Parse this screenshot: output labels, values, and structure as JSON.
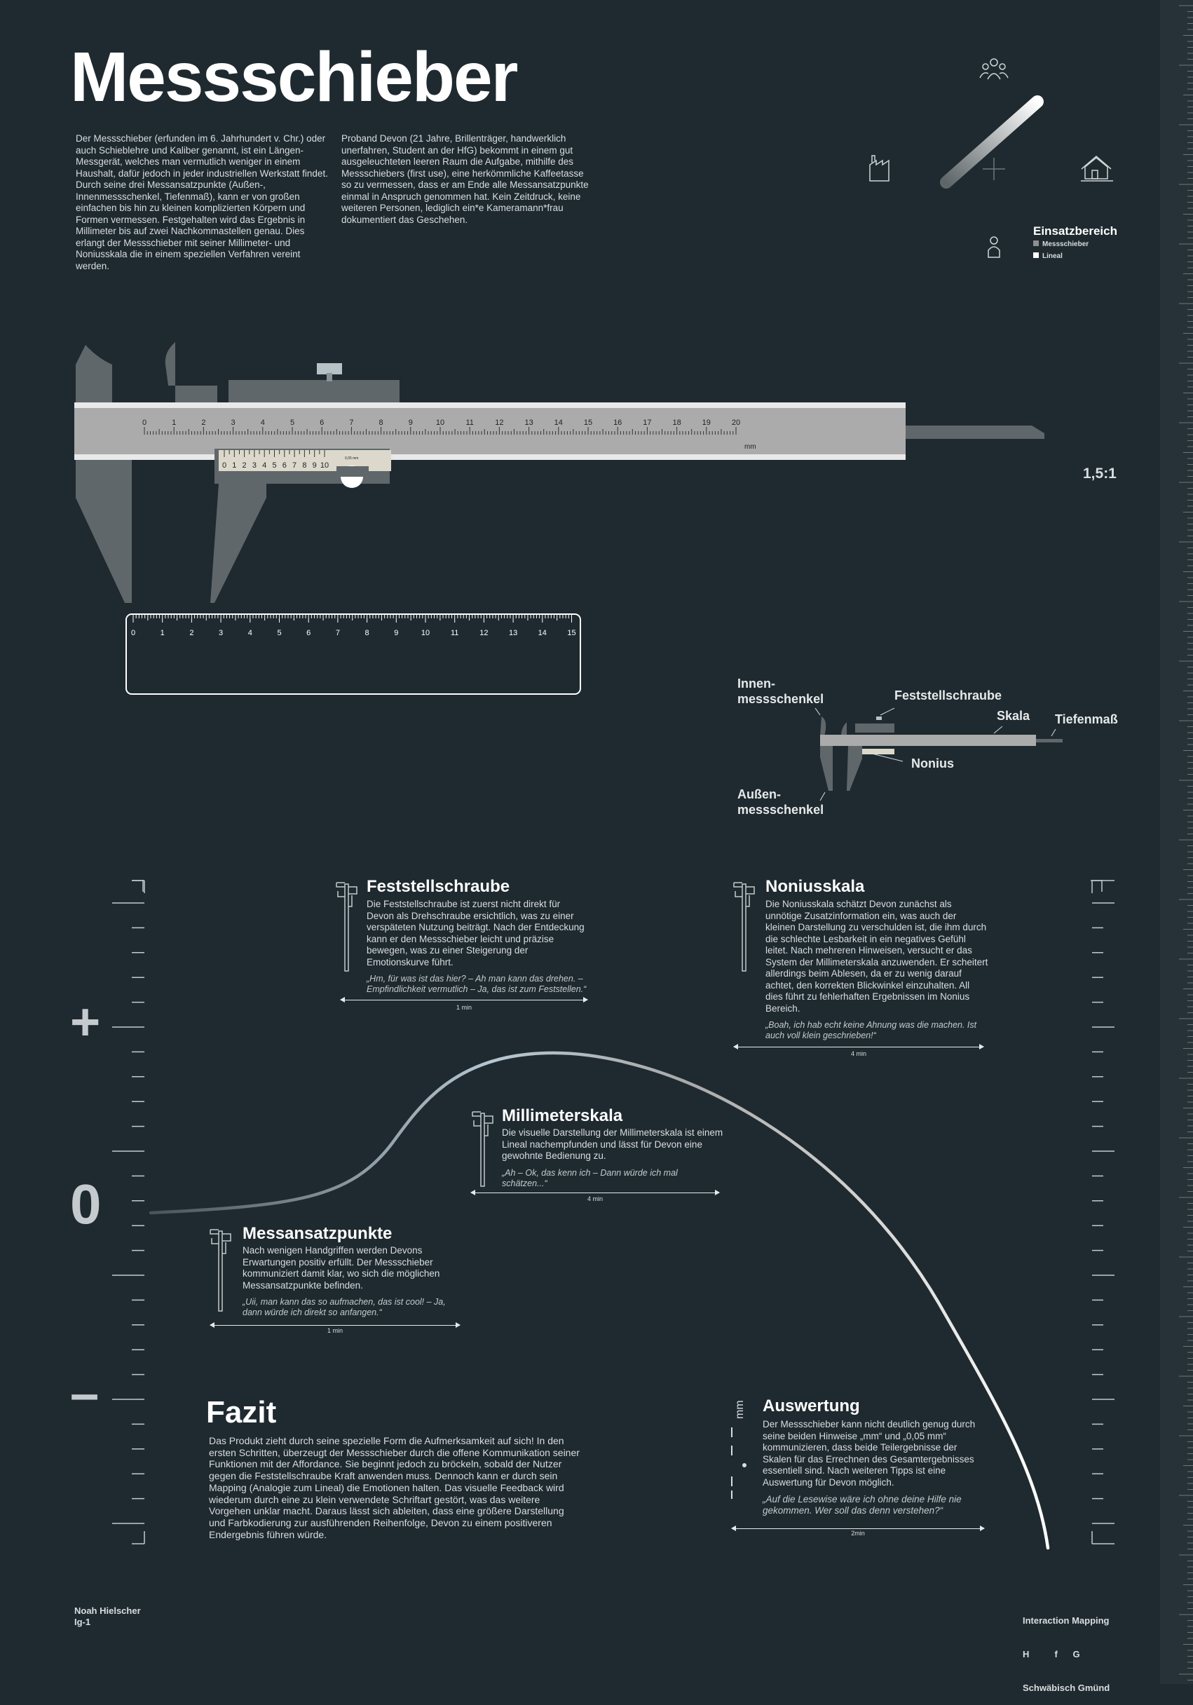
{
  "title": "Messschieber",
  "intro_left": "Der Messschieber (erfunden im 6. Jahrhundert v. Chr.) oder auch Schieblehre und Kaliber genannt, ist ein Längen-Messgerät, welches man vermutlich weniger in einem Haushalt, dafür jedoch in jeder industriellen Werkstatt findet. Durch seine drei Messansatzpunkte (Außen-, Innenmessschenkel, Tiefenmaß), kann er von großen einfachen bis hin zu kleinen komplizierten Körpern und Formen vermessen. Festgehalten wird das Ergebnis in Millimeter bis auf zwei Nachkommastellen genau. Dies erlangt der Messschieber mit seiner Millimeter- und Noniusskala die in einem speziellen Verfahren vereint werden.",
  "intro_right": "Proband Devon (21 Jahre, Brillenträger, handwerklich unerfahren, Student an der HfG) bekommt in einem gut ausgeleuchteten leeren Raum die Aufgabe, mithilfe des Messschiebers (first use), eine herkömmliche Kaffeetasse so zu vermessen, dass er am Ende alle Messansatzpunkte einmal in Anspruch genommen hat. Kein Zeitdruck, keine weiteren Personen, lediglich ein*e Kameramann*frau dokumentiert das Geschehen.",
  "einsatz": {
    "title": "Einsatzbereich",
    "items": [
      "Messschieber",
      "Lineal"
    ],
    "colors": [
      "#8a9194",
      "#ffffff"
    ]
  },
  "scale_text": "1,5:1",
  "caliper": {
    "main_ticks": [
      "0",
      "1",
      "2",
      "3",
      "4",
      "5",
      "6",
      "7",
      "8",
      "9",
      "10",
      "11",
      "12",
      "13",
      "14",
      "15",
      "16",
      "17",
      "18",
      "19",
      "20"
    ],
    "unit": "mm",
    "vernier_ticks": [
      "0",
      "1",
      "2",
      "3",
      "4",
      "5",
      "6",
      "7",
      "8",
      "9",
      "10"
    ],
    "vernier_note": "0,05 mm"
  },
  "ruler_ticks": [
    "0",
    "1",
    "2",
    "3",
    "4",
    "5",
    "6",
    "7",
    "8",
    "9",
    "10",
    "11",
    "12",
    "13",
    "14",
    "15"
  ],
  "parts": {
    "innen": "Innen-\nmessschenkel",
    "feststell": "Feststellschraube",
    "skala": "Skala",
    "tiefen": "Tiefenmaß",
    "nonius": "Nonius",
    "aussen": "Außen-\nmessschenkel"
  },
  "axis": {
    "plus": "+",
    "zero": "0",
    "minus": "–"
  },
  "sections": {
    "feststell": {
      "title": "Feststellschraube",
      "body": "Die Feststellschraube ist zuerst nicht direkt für Devon als Drehschraube ersichtlich, was zu einer verspäteten Nutzung beiträgt. Nach der Entdeckung kann er den Messschieber leicht und präzise bewegen, was zu einer Steigerung der Emotionskurve führt.",
      "quote": "„Hm, für was ist das hier? –  Ah man kann das drehen. – Empfindlichkeit vermutlich – Ja, das ist zum Feststellen.“",
      "duration": "1 min"
    },
    "nonius": {
      "title": "Noniusskala",
      "body": "Die Noniusskala schätzt Devon zunächst als unnötige Zusatzinformation ein, was auch der kleinen Darstellung zu verschulden ist, die ihm durch die schlechte Lesbarkeit in ein negatives Gefühl leitet. Nach mehreren Hinweisen, versucht er das System der Millimeterskala anzuwenden. Er scheitert allerdings beim Ablesen, da er zu wenig darauf achtet, den korrekten Blickwinkel einzuhalten. All dies führt zu fehlerhaften Ergebnissen im Nonius Bereich.",
      "quote": "„Boah, ich hab echt keine Ahnung was die machen. Ist auch voll klein geschrieben!“",
      "duration": "4 min"
    },
    "millimeter": {
      "title": "Millimeterskala",
      "body": "Die visuelle Darstellung der Millimeterskala ist einem Lineal nachempfunden und lässt für Devon eine gewohnte Bedienung zu.",
      "quote": "„Ah – Ok, das kenn ich –  Dann würde ich mal schätzen...“",
      "duration": "4 min"
    },
    "messansatz": {
      "title": "Messansatzpunkte",
      "body": "Nach wenigen Handgriffen werden Devons Erwartungen positiv erfüllt. Der Messschieber kommuniziert damit klar, wo sich die möglichen Messansatzpunkte befinden.",
      "quote": "„Uii, man kann das so aufmachen, das ist cool! – Ja, dann würde ich direkt so anfangen.“",
      "duration": "1 min"
    },
    "auswertung": {
      "title": "Auswertung",
      "body": "Der Messschieber kann nicht deutlich genug durch seine beiden Hinweise „mm“ und „0,05 mm“ kommunizieren, dass beide Teilergebnisse der Skalen für das Errechnen des Gesamtergebnisses essentiell sind. Nach weiteren Tipps ist eine Auswertung für Devon möglich.",
      "quote": "„Auf die Lesewise wäre ich ohne deine Hilfe nie gekommen. Wer soll das denn verstehen?“",
      "duration": "2min",
      "icon_text": "mm"
    }
  },
  "fazit": {
    "title": "Fazit",
    "body": "Das Produkt zieht durch seine spezielle Form die Aufmerksamkeit auf sich! In den ersten Schritten, überzeugt der Messschieber durch die offene Kommunikation seiner Funktionen mit der Affordance. Sie beginnt jedoch zu bröckeln, sobald der Nutzer gegen die Feststellschraube Kraft anwenden muss. Dennoch kann er durch sein Mapping (Analogie zum Lineal) die Emotionen halten. Das visuelle Feedback wird wiederum durch eine zu klein verwendete Schriftart gestört, was das weitere Vorgehen unklar macht. Daraus lässt sich ableiten, dass eine größere Darstellung und Farbkodierung zur ausführenden Reihenfolge, Devon zu einem positiveren Endergebnis führen würde."
  },
  "footer": {
    "left_name": "Noah Hielscher",
    "left_id": "Ig-1",
    "right_line1": "Interaction Mapping",
    "right_line2": "H          f      G",
    "right_line3": "Schwäbisch Gmünd"
  }
}
